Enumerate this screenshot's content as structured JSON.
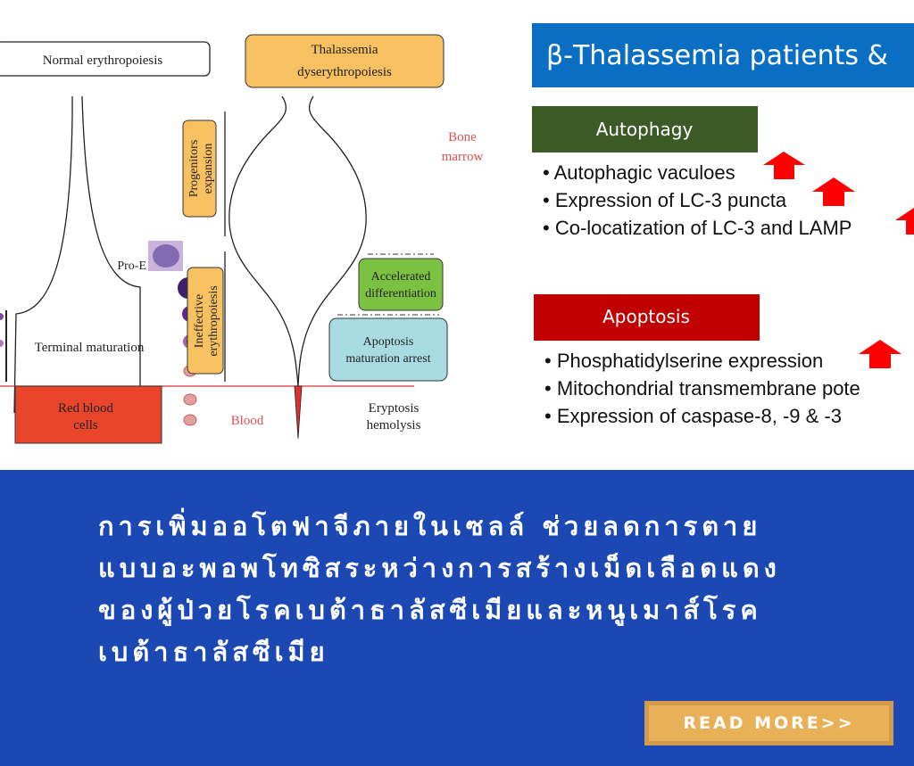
{
  "diagram": {
    "normal_title": "Normal erythropoiesis",
    "thal_title_1": "Thalassemia",
    "thal_title_2": "dyserythropoiesis",
    "progenitors_1": "Progenitors",
    "progenitors_2": "expansion",
    "ineffective_1": "Ineffective",
    "ineffective_2": "erythropoiesis",
    "bone_marrow_1": "Bone",
    "bone_marrow_2": "marrow",
    "pro_e": "Pro-E",
    "terminal_maturation": "Terminal maturation",
    "accelerated_1": "Accelerated",
    "accelerated_2": "differentiation",
    "apoptosis_1": "Apoptosis",
    "apoptosis_2": "maturation arrest",
    "rbc_1": "Red blood",
    "rbc_2": "cells",
    "blood": "Blood",
    "eryptosis_1": "Eryptosis",
    "eryptosis_2": "hemolysis"
  },
  "slide": {
    "title": "β-Thalassemia patients &",
    "autophagy": {
      "label": "Autophagy",
      "items": [
        "Autophagic vaculoes",
        "Expression of LC-3 puncta",
        "Co-locatization of LC-3 and LAMP"
      ]
    },
    "apoptosis": {
      "label": "Apoptosis",
      "items": [
        "Phosphatidylserine expression",
        "Mitochondrial transmembrane pote",
        "Expression of caspase-8, -9 & -3"
      ]
    }
  },
  "headline": {
    "lines": [
      "การเพิ่มออโตฟาจีภายในเซลล์ ช่วยลดการตาย",
      "แบบอะพอพโทซิสระหว่างการสร้างเม็ดเลือดแดง",
      "ของผู้ป่วยโรคเบต้าธาลัสซีเมียและหนูเมาส์โรค",
      "เบต้าธาลัสซีเมีย"
    ]
  },
  "button": {
    "label": "READ MORE>>"
  },
  "colors": {
    "background_blue": "#1b48b2",
    "button": "#e9b157",
    "slide_title": "#0a6fc2",
    "autophagy": "#3c5a25",
    "apoptosis": "#c00000"
  }
}
